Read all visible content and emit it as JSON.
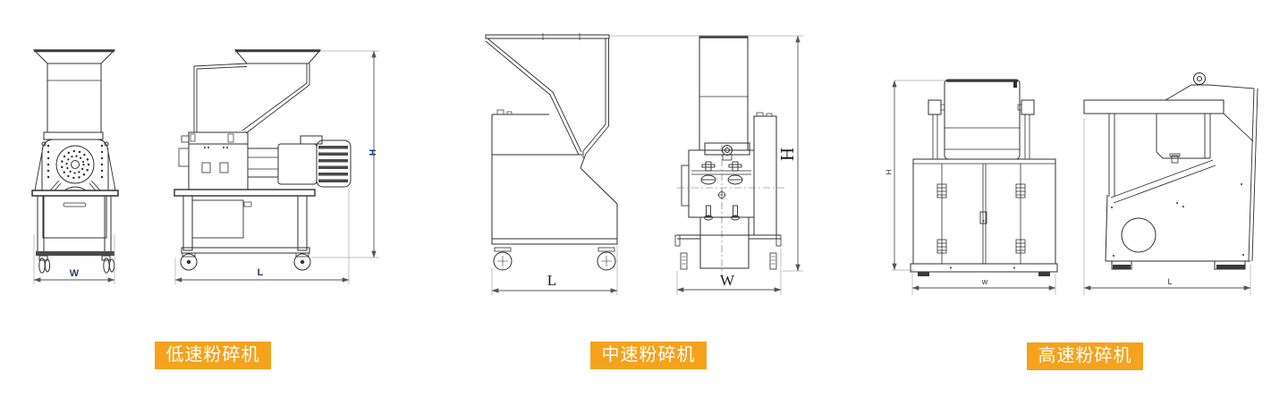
{
  "colors": {
    "accent_orange": "#F5A21D",
    "line": "#2f2f2f",
    "dim_label_navy": "#1F3F77",
    "dim_label_black": "#1a1a1a"
  },
  "machines": [
    {
      "name": "低速粉碎机",
      "dims": {
        "w": "W",
        "l": "L",
        "h": "H"
      }
    },
    {
      "name": "中速粉碎机",
      "dims": {
        "l": "L",
        "w": "W",
        "h": "H"
      }
    },
    {
      "name": "高速粉碎机",
      "dims": {
        "h": "H",
        "w": "w",
        "l": "L"
      }
    }
  ]
}
